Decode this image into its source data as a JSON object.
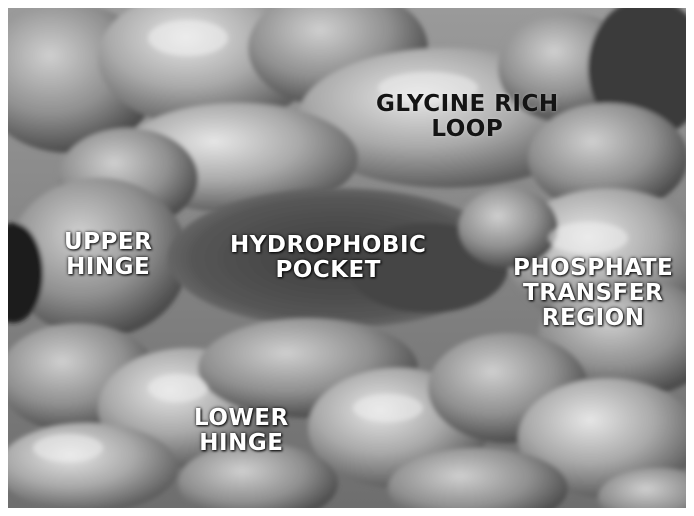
{
  "labels": {
    "glycine_rich_loop": [
      "GLYCINE RICH",
      "LOOP"
    ],
    "upper_hinge": [
      "UPPER",
      "HINGE"
    ],
    "hydrophobic_pocket": [
      "HYDROPHOBIC",
      "POCKET"
    ],
    "phosphate_transfer_region": [
      "PHOSPHATE",
      "TRANSFER",
      "REGION"
    ],
    "lower_hinge": [
      "LOWER",
      "HINGE"
    ]
  },
  "colors": {
    "surface_light": "#d8d8d8",
    "surface_mid": "#9a9a9a",
    "surface_dark": "#4a4a4a",
    "pocket": "#3a3a3a"
  }
}
